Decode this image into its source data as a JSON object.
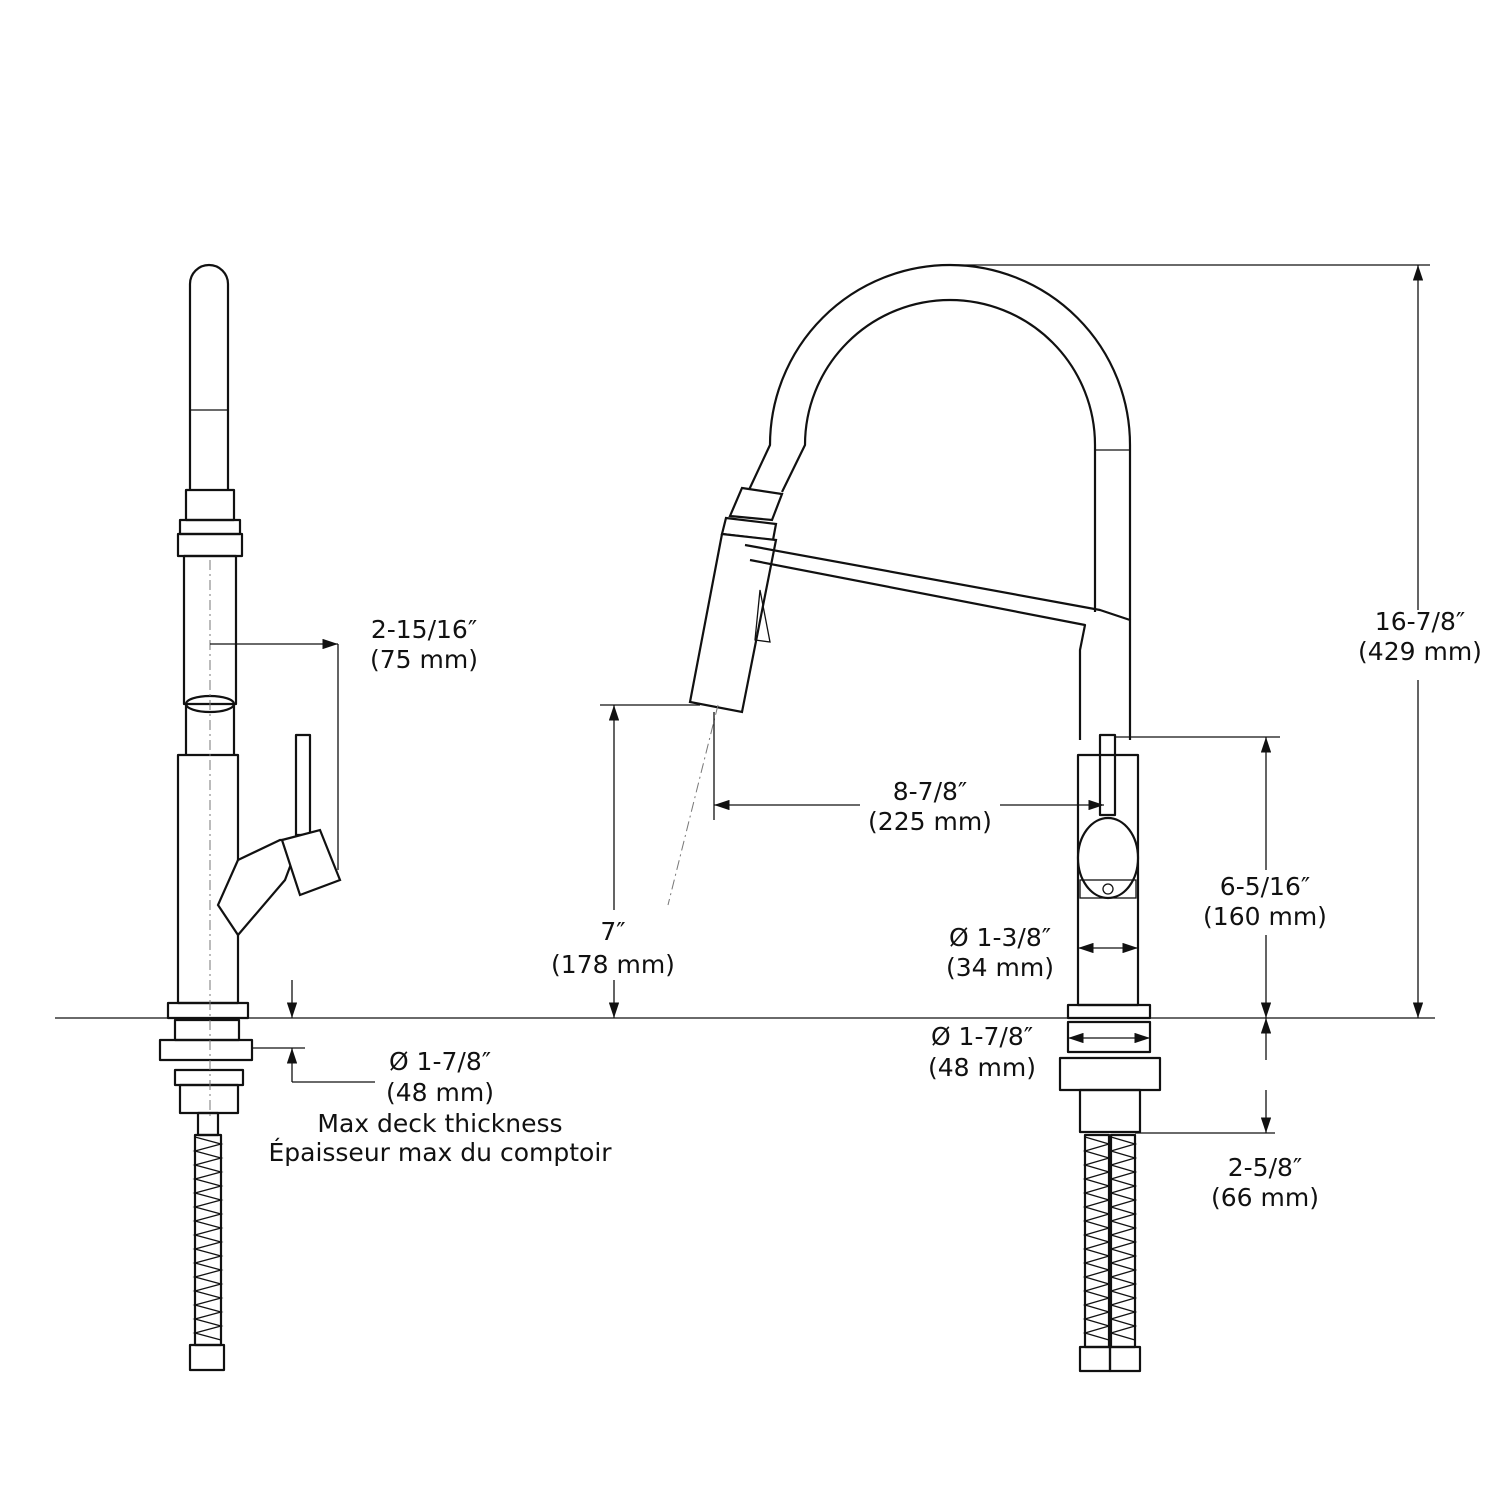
{
  "dimensions": {
    "spout_reach_side": {
      "imperial": "2-15/16″",
      "metric": "(75 mm)"
    },
    "spout_reach": {
      "imperial": "8-7/8″",
      "metric": "(225 mm)"
    },
    "spray_height": {
      "imperial": "7″",
      "metric": "(178 mm)"
    },
    "overall_height": {
      "imperial": "16-7/8″",
      "metric": "(429 mm)"
    },
    "handle_height": {
      "imperial": "6-5/16″",
      "metric": "(160 mm)"
    },
    "body_diameter": {
      "imperial": "Ø 1-3/8″",
      "metric": "(34 mm)"
    },
    "base_diameter": {
      "imperial": "Ø 1-7/8″",
      "metric": "(48 mm)"
    },
    "max_deck": {
      "imperial": "Ø 1-7/8″",
      "metric": "(48 mm)",
      "label_en": "Max deck thickness",
      "label_fr": "Épaisseur max du comptoir"
    },
    "shank_length": {
      "imperial": "2-5/8″",
      "metric": "(66 mm)"
    }
  }
}
